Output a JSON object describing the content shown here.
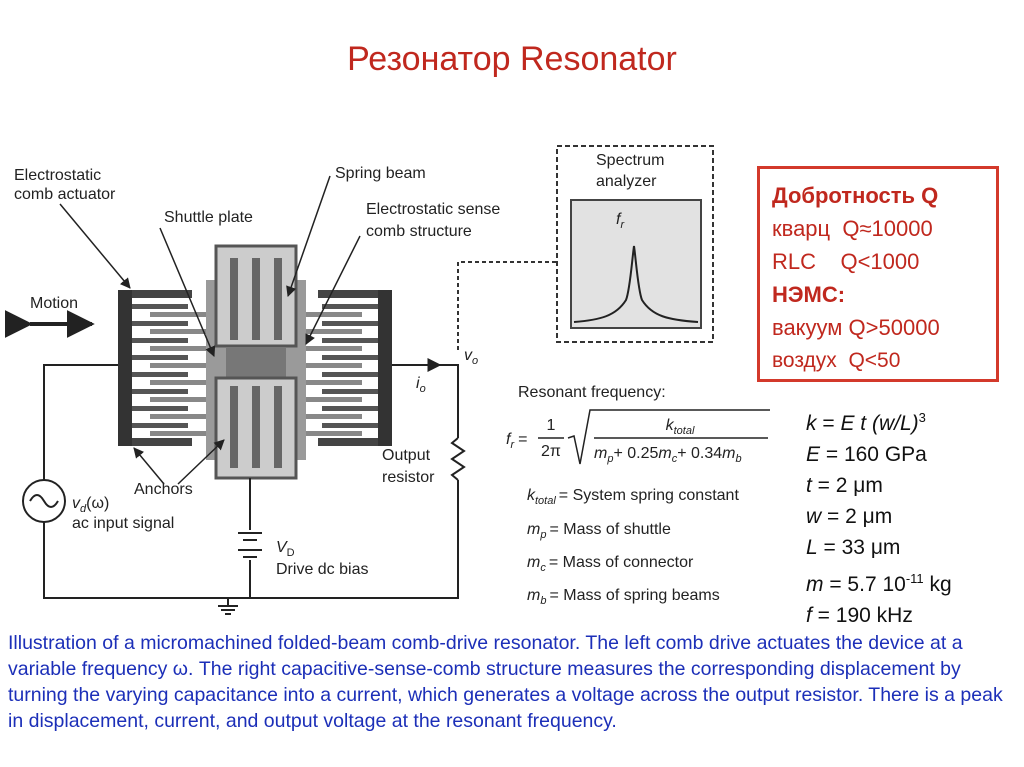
{
  "title": "Резонатор Resonator",
  "diagram": {
    "labels": {
      "electrostatic_comb_actuator": [
        "Electrostatic",
        "comb actuator"
      ],
      "shuttle_plate": "Shuttle plate",
      "spring_beam": "Spring beam",
      "sense_comb": [
        "Electrostatic sense",
        "comb structure"
      ],
      "motion": "Motion",
      "anchors": "Anchors",
      "vd_omega_symbol": "v",
      "vd_omega_sub": "d",
      "vd_omega_rest": "(ω)",
      "ac_input_signal": "ac input signal",
      "vd_symbol": "V",
      "vd_sub": "D",
      "drive_dc_bias": "Drive dc bias",
      "output_resistor": [
        "Output",
        "resistor"
      ],
      "io_symbol": "i",
      "io_sub": "o",
      "vo_symbol": "v",
      "vo_sub": "o",
      "spectrum_analyzer": [
        "Spectrum",
        "analyzer"
      ],
      "fr_symbol": "f",
      "fr_sub": "r"
    },
    "formula": {
      "heading": "Resonant frequency:",
      "lhs_symbol": "f",
      "lhs_sub": "r",
      "lhs_eq": "=",
      "numer_1": "1",
      "denom_2pi": "2π",
      "numer_k": "k",
      "numer_k_sub": "total",
      "denom_terms": [
        {
          "sym": "m",
          "sub": "p",
          "after": "+ 0.25"
        },
        {
          "sym": "m",
          "sub": "c",
          "after": "+ 0.34"
        },
        {
          "sym": "m",
          "sub": "b",
          "after": ""
        }
      ]
    },
    "definitions": [
      {
        "sym": "k",
        "sub": "total",
        "text": "= System spring constant"
      },
      {
        "sym": "m",
        "sub": "p",
        "text": "= Mass of shuttle"
      },
      {
        "sym": "m",
        "sub": "c",
        "text": "= Mass of connector"
      },
      {
        "sym": "m",
        "sub": "b",
        "text": "= Mass of spring beams"
      }
    ]
  },
  "quality": {
    "heading": "Добротность Q",
    "quartz": "кварц  Q≈10000",
    "rlc": "RLC    Q<1000",
    "nems": "НЭМС:",
    "vacuum": "вакуум Q>50000",
    "air": "воздух  Q<50"
  },
  "params": {
    "k_left": "k",
    "k_eq": " = ",
    "k_E": "E",
    "k_t": " t ",
    "k_paren": "(w/L)",
    "k_exp": "3",
    "E_sym": "E",
    "E_val": " = 160 GPa",
    "t_sym": "t",
    "t_val": " = 2 μm",
    "w_sym": "w",
    "w_val": " = 2 μm",
    "L_sym": "L",
    "L_val": " = 33 μm",
    "m_sym": "m",
    "m_val": " = 5.7 10",
    "m_exp": "-11",
    "m_unit": " kg",
    "f_sym": "f",
    "f_val": "  = 190 kHz"
  },
  "caption": "Illustration of a micromachined folded-beam comb-drive resonator. The left comb drive actuates the device at a variable frequency ω. The right capacitive-sense-comb structure measures the corresponding displacement by turning the varying capacitance into a current, which generates a voltage across the output resistor. There is a peak in displacement, current, and output voltage at the resonant frequency."
}
